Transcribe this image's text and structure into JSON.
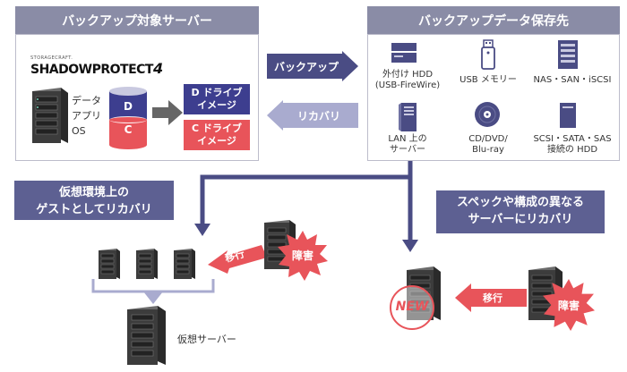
{
  "left_panel": {
    "title": "バックアップ対象サーバー",
    "logo_small": "STORAGECRAFT.",
    "logo_main": "SHADOWPROTECT",
    "logo_ver": "4",
    "server_labels": "データ\nアプリ\nOS",
    "disk_d": "D",
    "disk_c": "C",
    "d_image": "D ドライブ\nイメージ",
    "c_image": "C ドライブ\nイメージ"
  },
  "middle": {
    "backup": "バックアップ",
    "recovery": "リカバリ"
  },
  "right_panel": {
    "title": "バックアップデータ保存先",
    "items": [
      {
        "label": "外付け HDD\n(USB-FireWire)",
        "icon": "external-hdd-icon"
      },
      {
        "label": "USB メモリー",
        "icon": "usb-memory-icon"
      },
      {
        "label": "NAS・SAN・iSCSI",
        "icon": "nas-icon"
      },
      {
        "label": "LAN 上の\nサーバー",
        "icon": "lan-server-icon"
      },
      {
        "label": "CD/DVD/\nBlu-ray",
        "icon": "disc-icon"
      },
      {
        "label": "SCSI・SATA・SAS\n接続の HDD",
        "icon": "internal-hdd-icon"
      }
    ]
  },
  "bottom_left": {
    "title": "仮想環境上の\nゲストとしてリカバリ",
    "migrate": "移行",
    "failure": "障害",
    "virtual_server": "仮想サーバー"
  },
  "bottom_right": {
    "title": "スペックや構成の異なる\nサーバーにリカバリ",
    "migrate": "移行",
    "failure": "障害",
    "new_badge": "NEW"
  },
  "colors": {
    "header_gray": "#8a8ca6",
    "navy": "#4a4c84",
    "blue_disk": "#3d3e8f",
    "red_disk": "#e8545a",
    "red_arrow": "#e8545a",
    "light_purple": "#a9abcf"
  }
}
